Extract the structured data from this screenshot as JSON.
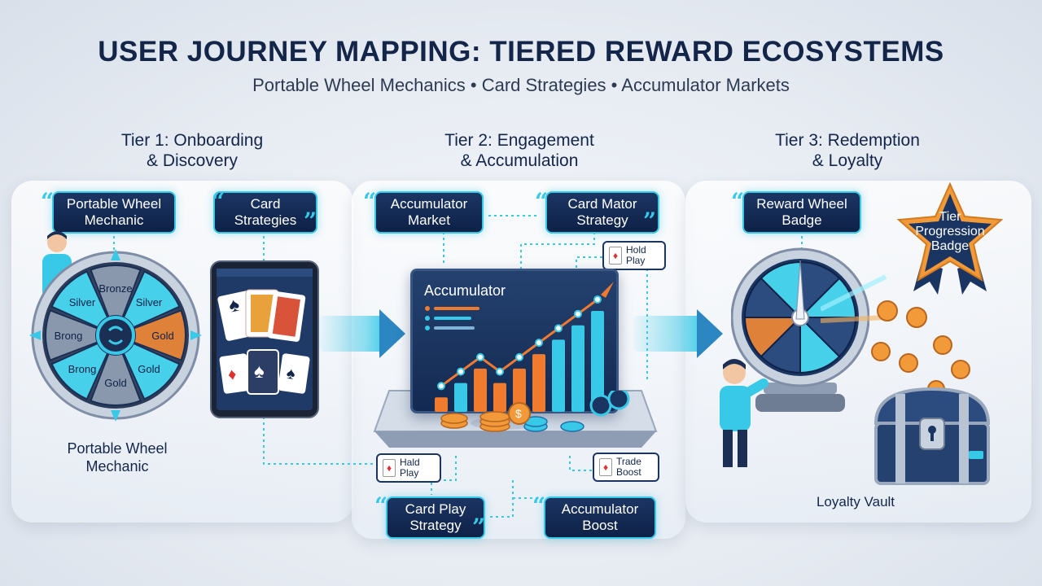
{
  "header": {
    "title": "USER JOURNEY MAPPING: TIERED REWARD ECOSYSTEMS",
    "subtitle": "Portable Wheel Mechanics • Card Strategies • Accumulator Markets"
  },
  "tiers": [
    {
      "heading_line1": "Tier 1: Onboarding",
      "heading_line2": "& Discovery"
    },
    {
      "heading_line1": "Tier 2: Engagement",
      "heading_line2": "& Accumulation"
    },
    {
      "heading_line1": "Tier 3: Redemption",
      "heading_line2": "& Loyalty"
    }
  ],
  "tier1": {
    "chip_wheel_line1": "Portable Wheel",
    "chip_wheel_line2": "Mechanic",
    "chip_cards_line1": "Card",
    "chip_cards_line2": "Strategies",
    "wheel_segments": [
      "Bronze",
      "Silver",
      "Gold",
      "Gold",
      "Gold",
      "Brong",
      "Brong",
      "Silver"
    ],
    "label_line1": "Portable Wheel",
    "label_line2": "Mechanic"
  },
  "tier2": {
    "chip_market_line1": "Accumulator",
    "chip_market_line2": "Market",
    "chip_mator_line1": "Card Mator",
    "chip_mator_line2": "Strategy",
    "mini_hold_line1": "Hold",
    "mini_hold_line2": "Play",
    "screen_title": "Accumulator",
    "mini_hald_line1": "Hald",
    "mini_hald_line2": "Play",
    "mini_trade_line1": "Trade",
    "mini_trade_line2": "Boost",
    "chip_cardplay_line1": "Card Play",
    "chip_cardplay_line2": "Strategy",
    "chip_boost_line1": "Accumulator",
    "chip_boost_line2": "Boost"
  },
  "tier3": {
    "chip_badge_line1": "Reward Wheel",
    "chip_badge_line2": "Badge",
    "star_line1": "Tier",
    "star_line2": "Progression",
    "star_line3": "Badge",
    "vault_label": "Loyalty Vault"
  },
  "chart_data": {
    "type": "bar",
    "values": [
      1,
      2,
      3,
      2,
      3,
      4,
      5,
      6,
      7
    ],
    "title": "Accumulator"
  },
  "colors": {
    "navy": "#13264a",
    "cyan": "#38c9e8",
    "orange": "#f07a2e",
    "gold": "#f29a3a"
  }
}
